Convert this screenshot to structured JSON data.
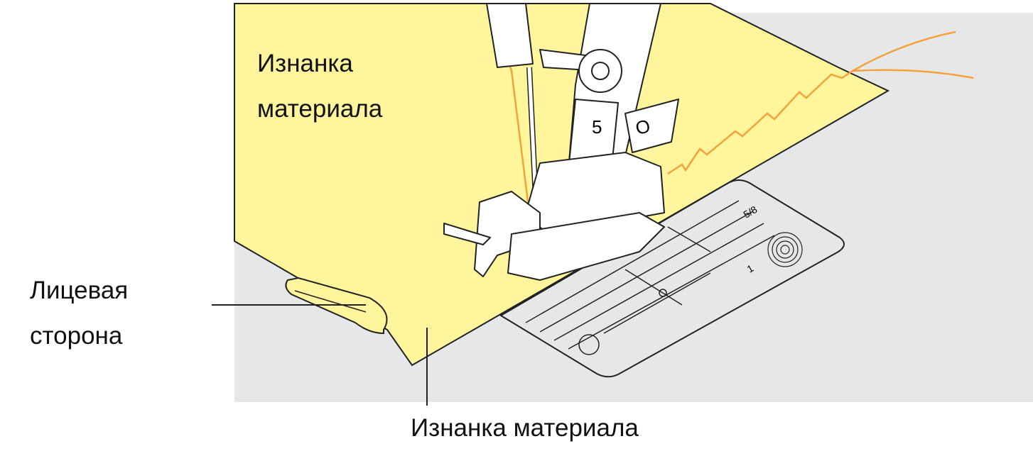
{
  "labels": {
    "wrong_side_top_line1": "Изнанка",
    "wrong_side_top_line2": "материала",
    "right_side_line1": "Лицевая",
    "right_side_line2": "сторона",
    "wrong_side_bottom": "Изнанка материала"
  },
  "foot_number": "5",
  "foot_letter": "O",
  "plate_marks": {
    "five_eighths": "5/8",
    "one": "1"
  },
  "colors": {
    "fabric": "#fff59d",
    "background": "#e6e7e9",
    "thread": "#f5a23a"
  }
}
